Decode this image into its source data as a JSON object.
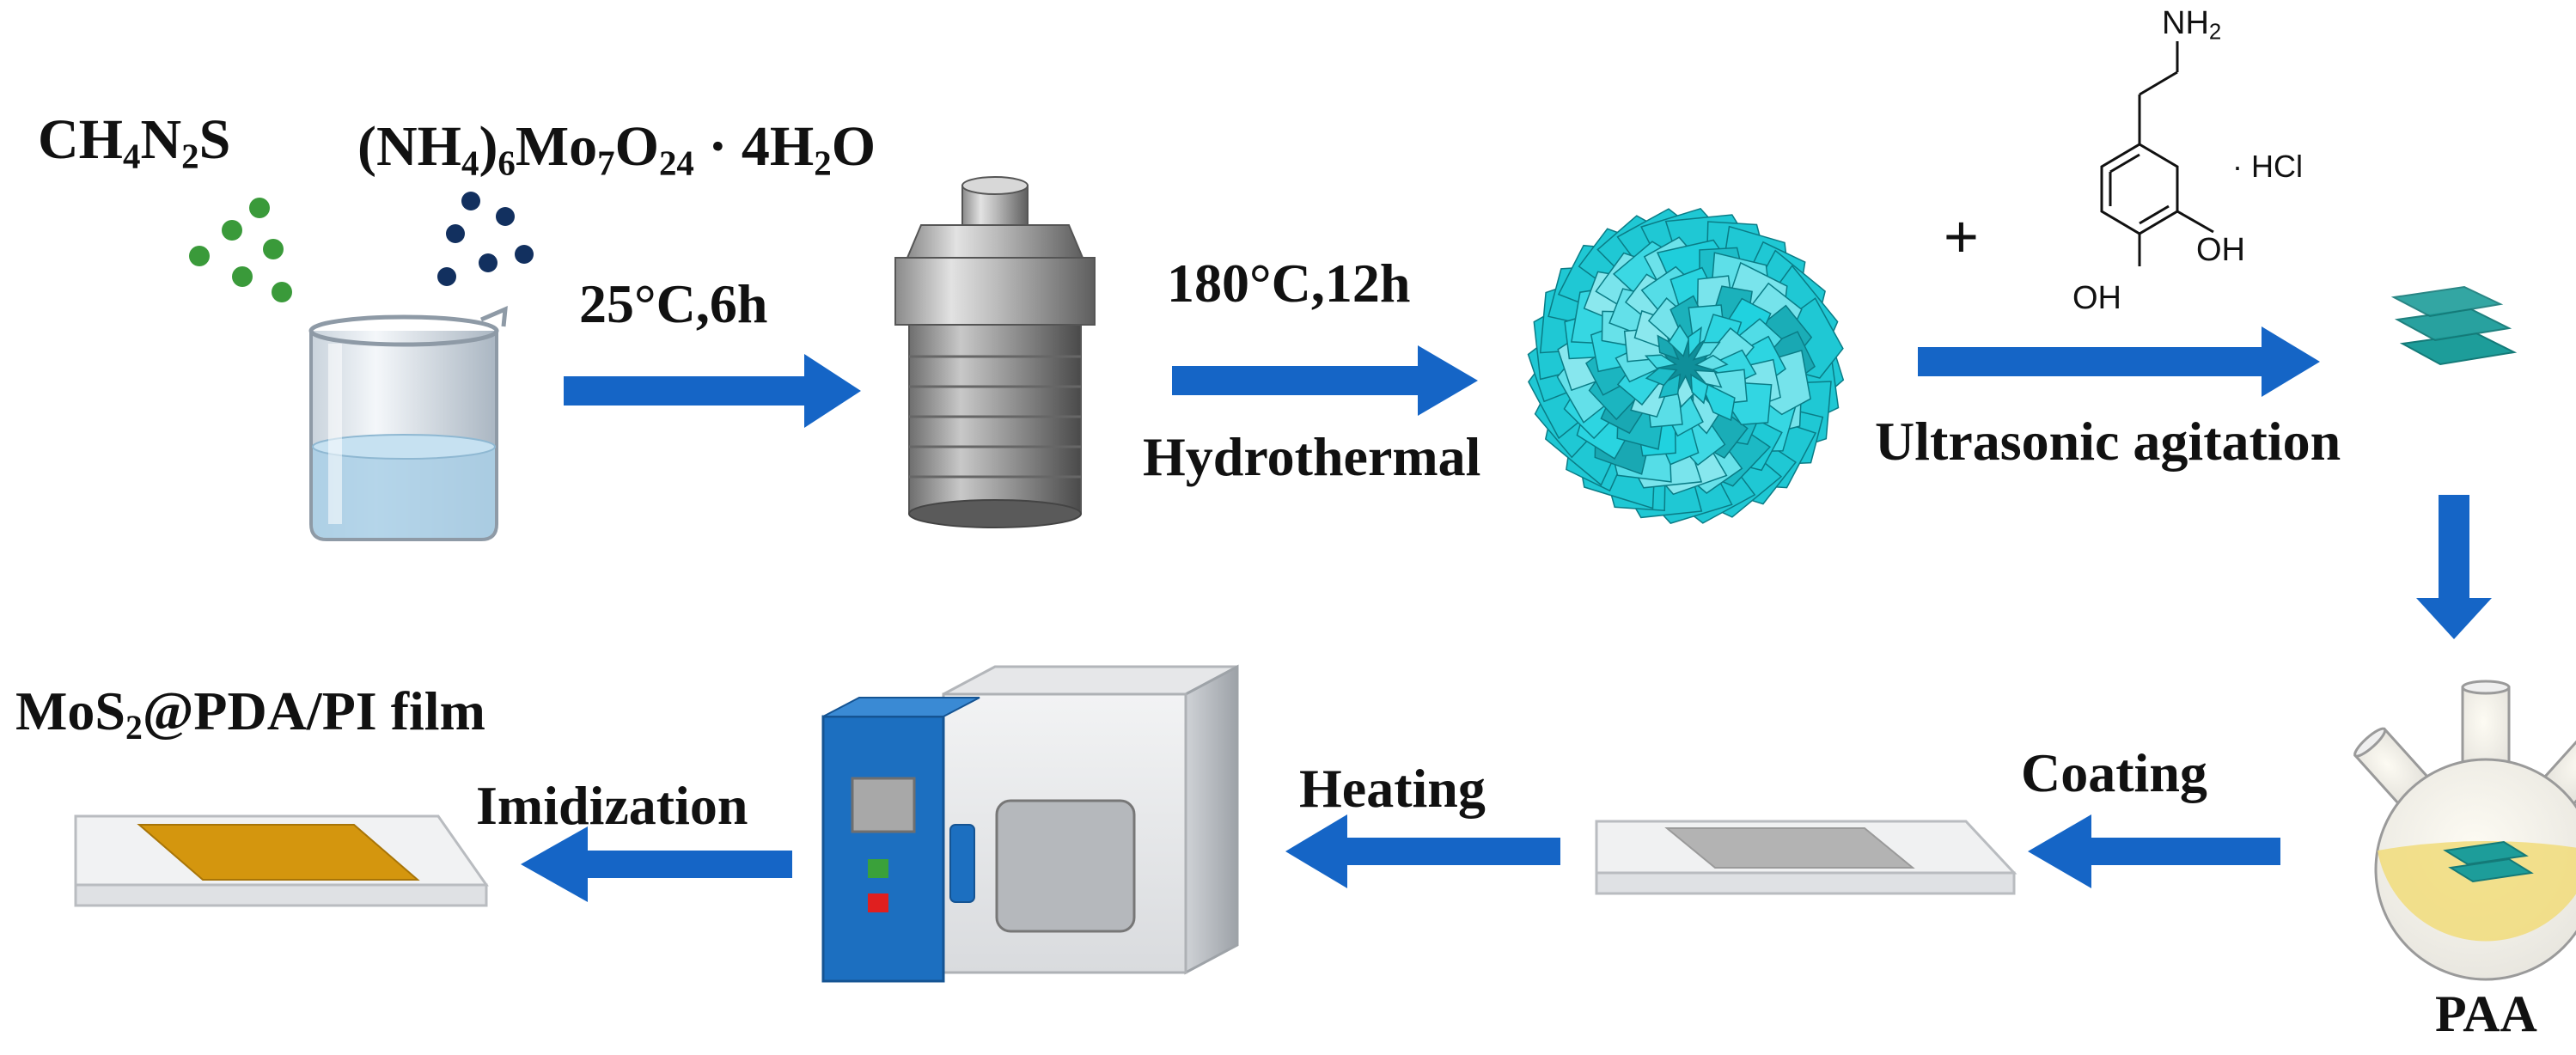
{
  "colors": {
    "arrow": "#1565c6",
    "thiourea_dots": "#3a9a3a",
    "molybdate_dots": "#12305f",
    "flower": "#1fc8d4",
    "nanosheet": "#1d9d9a",
    "film": "#d4960e",
    "oven_panel": "#1c6fc0"
  },
  "reagents": {
    "thiourea": {
      "a": "CH",
      "n1": "4",
      "b": "N",
      "n2": "2",
      "c": "S"
    },
    "molybdate": {
      "a": "(NH",
      "n1": "4",
      "b": ")",
      "n2": "6",
      "c": "Mo",
      "n3": "7",
      "d": "O",
      "n4": "24",
      "e": " · 4H",
      "n5": "2",
      "f": "O"
    }
  },
  "dopamine": {
    "amine": {
      "a": "NH",
      "n": "2"
    },
    "salt": "· HCl",
    "oh_upper": "OH",
    "oh_lower": "OH",
    "plus": "+"
  },
  "steps": {
    "mix_condition": "25°C,6h",
    "hydrothermal_condition": "180°C,12h",
    "hydrothermal": "Hydrothermal",
    "ultrasonic": "Ultrasonic agitation",
    "coating": "Coating",
    "heating": "Heating",
    "imidization": "Imidization"
  },
  "flask_label": "PAA",
  "product": {
    "a": "MoS",
    "n": "2",
    "b": "@PDA/PI film"
  },
  "icons": [
    "beaker-icon",
    "autoclave-icon",
    "mos2-flower-icon",
    "nanosheet-icon",
    "three-neck-flask-icon",
    "coated-glass-plate-icon",
    "oven-icon",
    "film-plate-icon"
  ]
}
